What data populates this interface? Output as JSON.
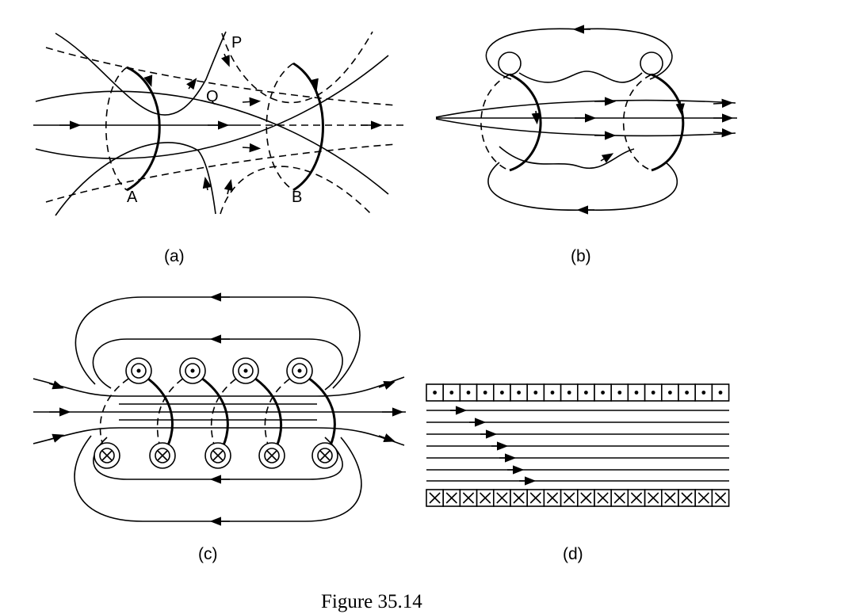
{
  "panels": {
    "a": {
      "caption": "(a)",
      "point_labels": {
        "P": "P",
        "Q": "Q",
        "A": "A",
        "B": "B"
      }
    },
    "b": {
      "caption": "(b)"
    },
    "c": {
      "caption": "(c)"
    },
    "d": {
      "caption": "(d)"
    }
  },
  "figure_caption": "Figure 35.14"
}
